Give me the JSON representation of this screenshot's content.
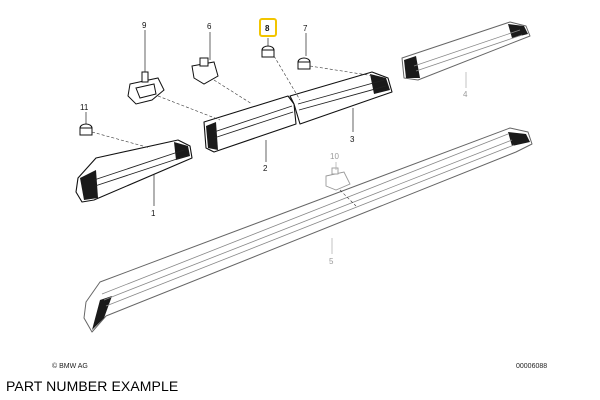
{
  "callouts": {
    "c1": "1",
    "c2": "2",
    "c3": "3",
    "c4": "4",
    "c5": "5",
    "c6": "6",
    "c7": "7",
    "c8": "8",
    "c9": "9",
    "c10": "10",
    "c11": "11"
  },
  "highlight_color": "#f2c500",
  "copyright": "© BMW AG",
  "diagram_number": "00006088",
  "caption": "PART NUMBER EXAMPLE"
}
